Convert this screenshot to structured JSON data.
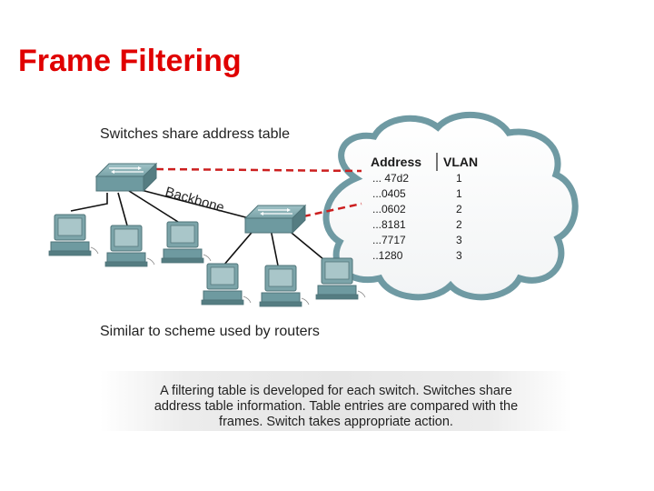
{
  "title": "Frame Filtering",
  "caption_top": "Switches share address table",
  "caption_bottom": "Similar to scheme used by routers",
  "backbone_label": "Backbone",
  "address_table": {
    "headers": [
      "Address",
      "VLAN"
    ],
    "rows": [
      {
        "address": "... 47d2",
        "vlan": "1"
      },
      {
        "address": "...0405",
        "vlan": "1"
      },
      {
        "address": "...0602",
        "vlan": "2"
      },
      {
        "address": "...8181",
        "vlan": "2"
      },
      {
        "address": "...7717",
        "vlan": "3"
      },
      {
        "address": "..1280",
        "vlan": "3"
      }
    ]
  },
  "note": {
    "line1": "A filtering table is developed for each switch. Switches share",
    "line2": "address table information. Table entries are compared with the",
    "line3": "frames. Switch takes appropriate action."
  },
  "colors": {
    "title": "#e00000",
    "link_dashed": "#cc1f1f",
    "cloud_border": "#6f9aa3",
    "device": "#6e9aa0"
  },
  "icons": [
    "switch-icon",
    "workstation-icon",
    "cloud-shape"
  ]
}
